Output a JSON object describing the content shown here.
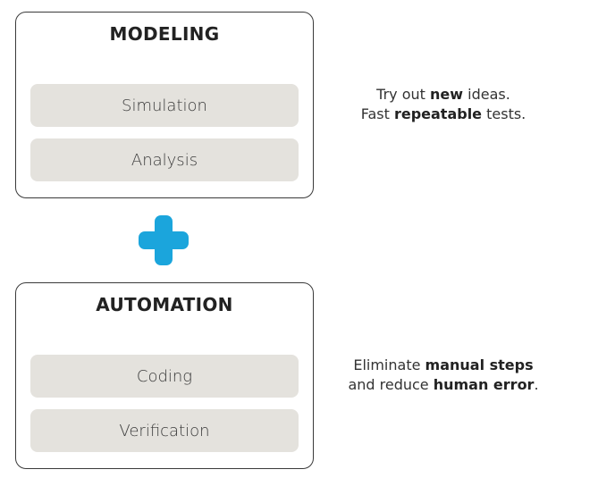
{
  "modeling": {
    "title": "MODELING",
    "items": [
      "Simulation",
      "Analysis"
    ],
    "caption": {
      "line1_pre": "Try out ",
      "line1_bold": "new",
      "line1_post": " ideas.",
      "line2_pre": "Fast ",
      "line2_bold": "repeatable",
      "line2_post": " tests."
    }
  },
  "connector": {
    "icon": "plus-icon",
    "color": "#1ba5dc"
  },
  "automation": {
    "title": "AUTOMATION",
    "items": [
      "Coding",
      "Verification"
    ],
    "caption": {
      "line1_pre": "Eliminate ",
      "line1_bold": "manual steps",
      "line1_post": "",
      "line2_pre": "and reduce ",
      "line2_bold": "human error",
      "line2_post": "."
    }
  }
}
